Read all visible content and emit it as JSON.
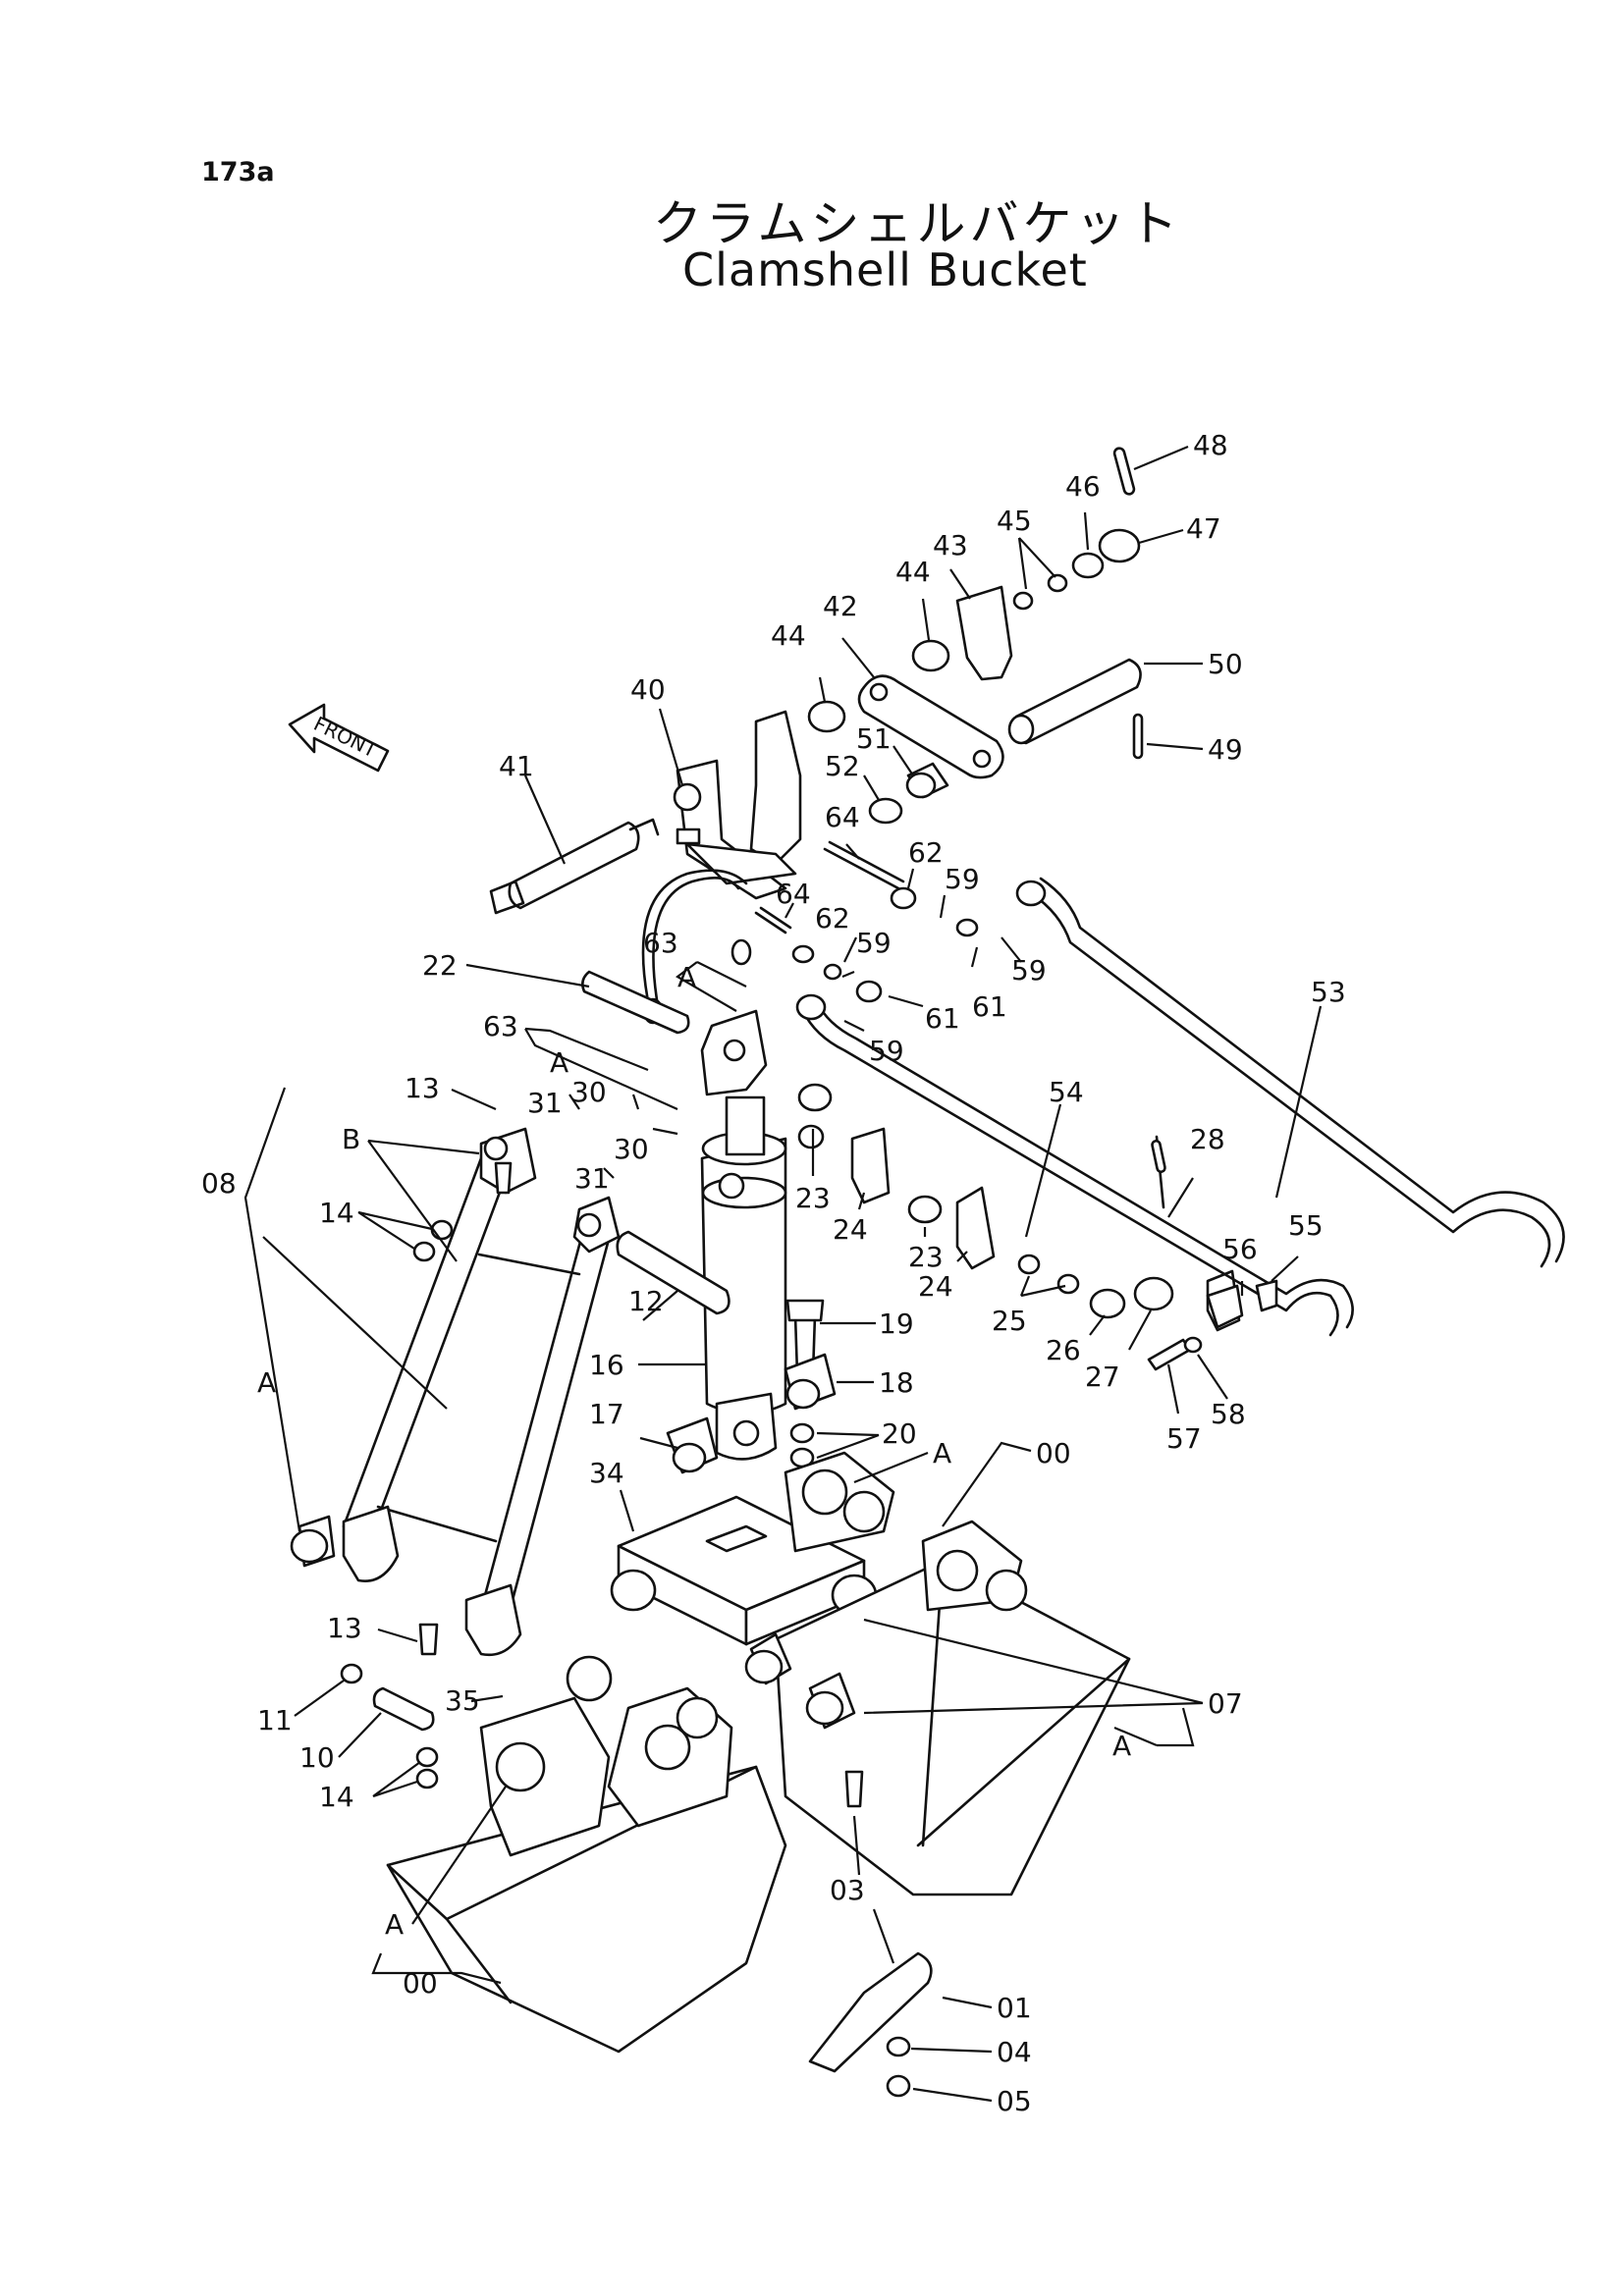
{
  "header": {
    "page_number": "173a",
    "title_jp": "クラムシェルバケット",
    "title_en": "Clamshell Bucket"
  },
  "front_indicator": "FRONT",
  "callouts": {
    "c48": "48",
    "c47": "47",
    "c46": "46",
    "c45": "45",
    "c44a": "44",
    "c44b": "44",
    "c43": "43",
    "c42": "42",
    "c50": "50",
    "c49": "49",
    "c51": "51",
    "c52": "52",
    "c40": "40",
    "c41": "41",
    "c64a": "64",
    "c64b": "64",
    "c62a": "62",
    "c62b": "62",
    "c59a": "59",
    "c59b": "59",
    "c59c": "59",
    "c59d": "59",
    "c61a": "61",
    "c61b": "61",
    "c63a": "63",
    "c63b": "63",
    "cAa": "A",
    "cAb": "A",
    "c22": "22",
    "c53": "53",
    "c54": "54",
    "c13a": "13",
    "c31a": "31",
    "c30a": "30",
    "c30b": "30",
    "c31b": "31",
    "cB": "B",
    "c08": "08",
    "c14a": "14",
    "c23a": "23",
    "c23b": "23",
    "c24a": "24",
    "c24b": "24",
    "c28": "28",
    "c55": "55",
    "c56": "56",
    "c25": "25",
    "c26": "26",
    "c27": "27",
    "c57": "57",
    "c58": "58",
    "c12": "12",
    "c16": "16",
    "c19": "19",
    "c18": "18",
    "c17": "17",
    "c20": "20",
    "c34": "34",
    "cAc": "A",
    "c00a": "00",
    "cAd": "A",
    "c07": "07",
    "cAe": "A",
    "c13b": "13",
    "c11": "11",
    "c35": "35",
    "c10": "10",
    "c14b": "14",
    "c03": "03",
    "cAf": "A",
    "c00b": "00",
    "c01": "01",
    "c04": "04",
    "c05": "05"
  }
}
